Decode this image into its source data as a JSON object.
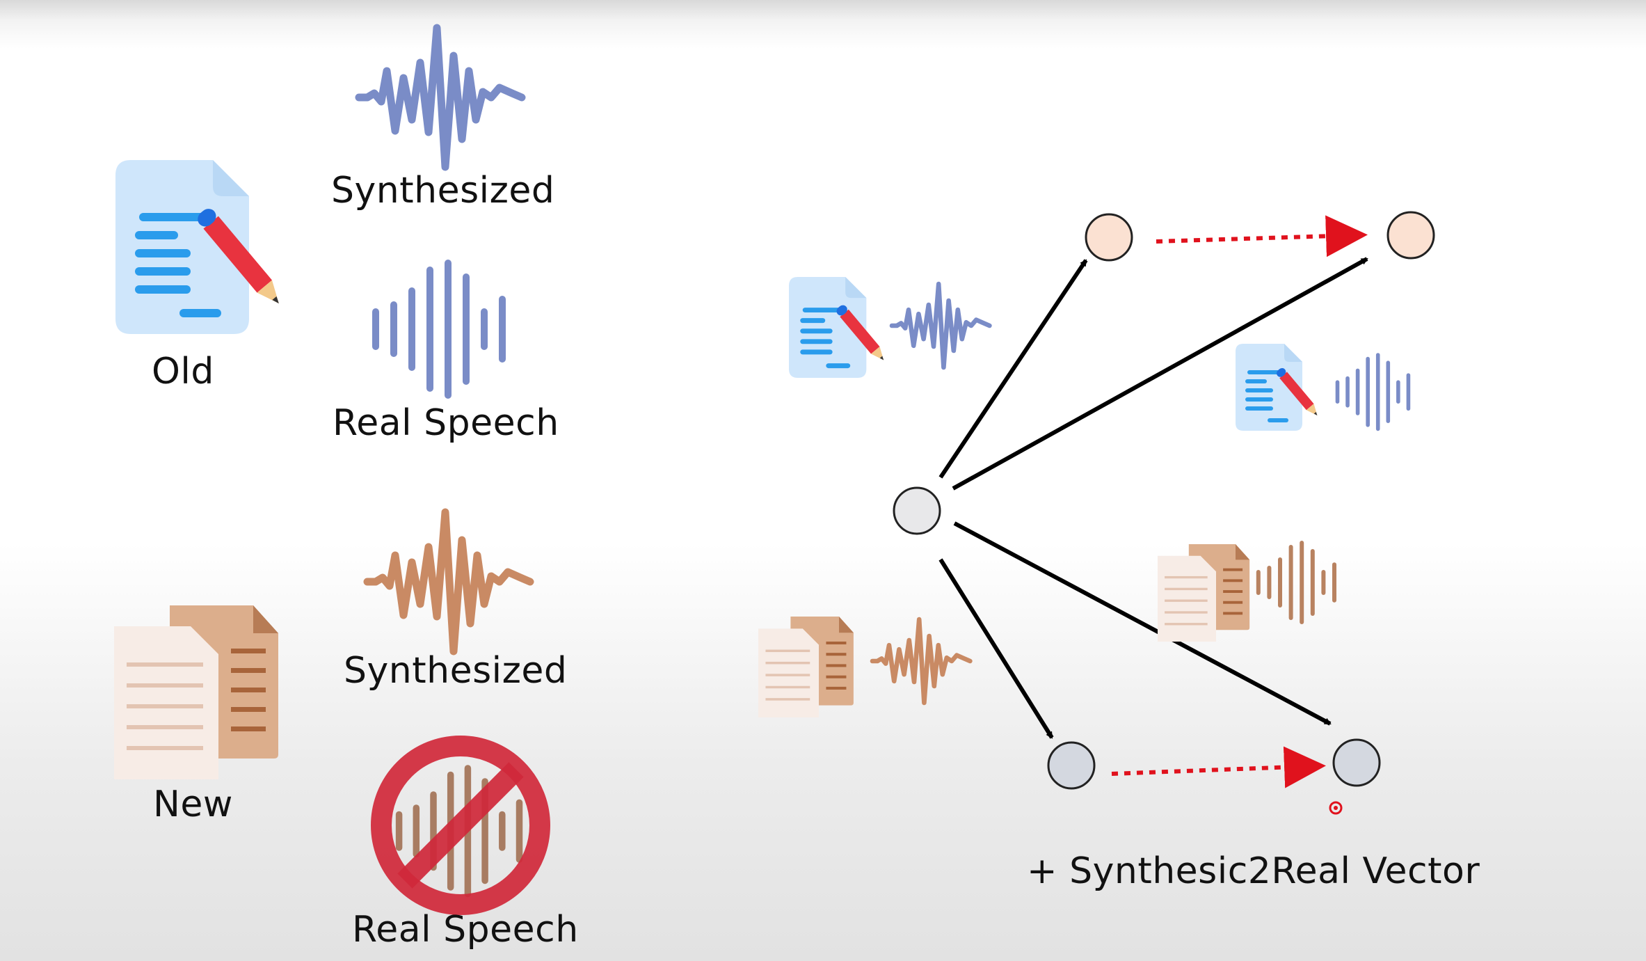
{
  "left_panel": {
    "old": {
      "doc_label": "Old",
      "synth_label": "Synthesized",
      "real_label": "Real Speech"
    },
    "new": {
      "doc_label": "New",
      "synth_label": "Synthesized",
      "real_label": "Real Speech",
      "real_unavailable": true
    }
  },
  "right_panel": {
    "vector_label": "+ Synthesic2Real Vector"
  },
  "colors": {
    "old_blue": "#7a8cc7",
    "new_orange": "#c98a64",
    "doc_blue": "#cfe6fb",
    "prohibited_red": "#d0283a",
    "arrow_black": "#000000",
    "dotted_red": "#e0121d",
    "node_center": "#e8e8ea",
    "node_top": "#fbe1d2",
    "node_bottom": "#d4d8e0"
  },
  "icons": [
    "document-pencil-icon",
    "waveform-icon",
    "audio-bars-icon",
    "documents-stack-icon",
    "prohibited-icon"
  ]
}
